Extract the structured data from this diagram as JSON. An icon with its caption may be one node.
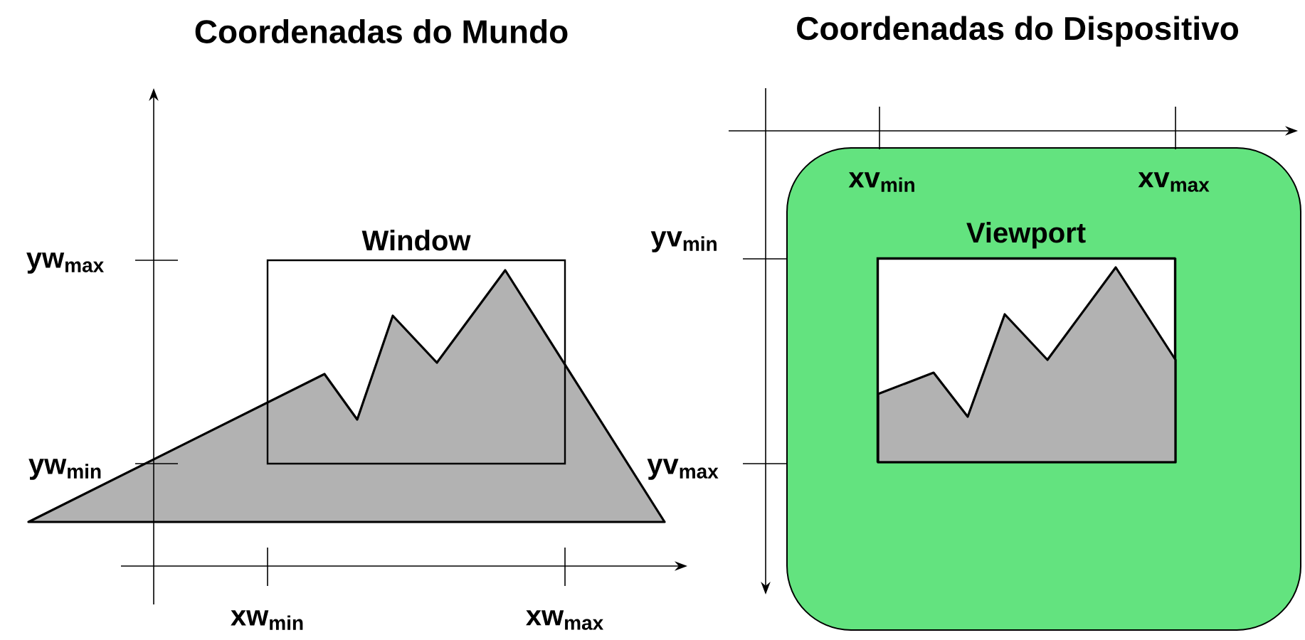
{
  "diagram": {
    "nodes": [
      {
        "text": [
          "Window"
        ]
      },
      {
        "text": [],
        "shape": "box"
      },
      {
        "text": [
          "Viewport"
        ],
        "in": 1
      }
    ],
    "labels": [
      "Coordenadas do Mundo",
      "Coordenadas do Dispositivo",
      "yw$_{max}$",
      "yw$_{min}$",
      "xw$_{min}$",
      "xw$_{max}$",
      "xv$_{min}$",
      "xv$_{max}$",
      "yv$_{min}$",
      "yv$_{max}$"
    ]
  }
}
